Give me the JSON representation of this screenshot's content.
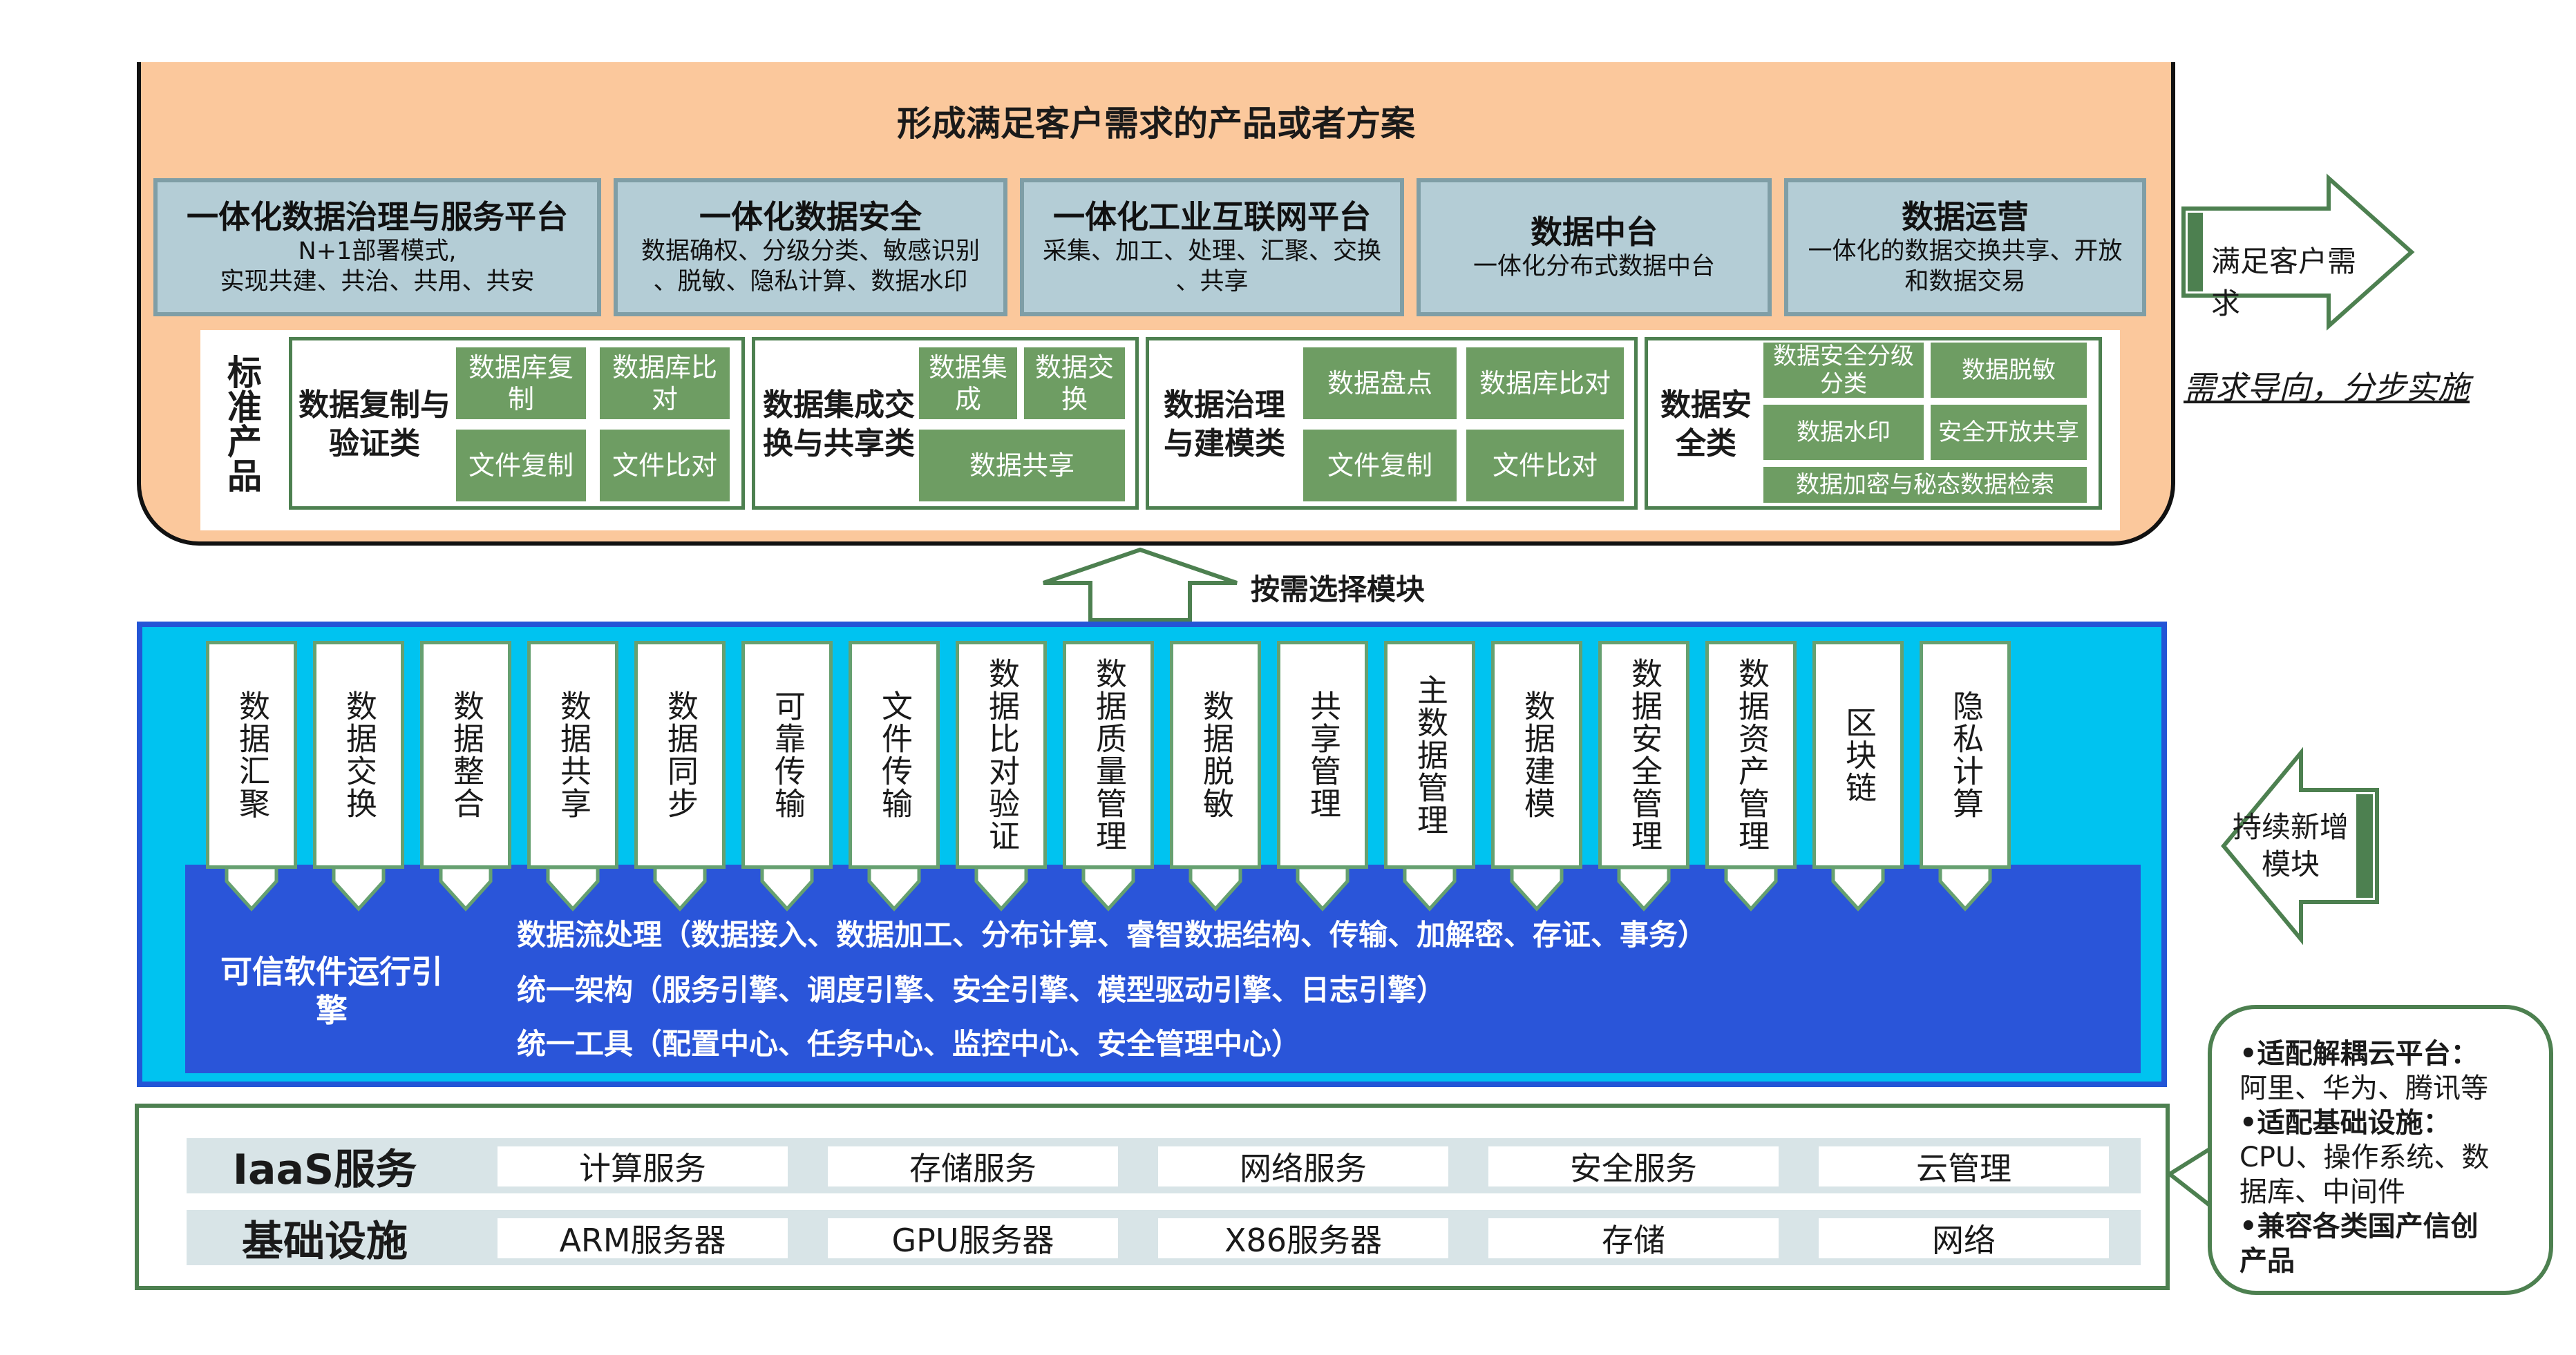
{
  "top": {
    "title": "形成满足客户需求的产品或者方案",
    "solutions": [
      {
        "title": "一体化数据治理与服务平台",
        "desc1": "N+1部署模式,",
        "desc2": "实现共建、共治、共用、共安"
      },
      {
        "title": "一体化数据安全",
        "desc1": "数据确权、分级分类、敏感识别",
        "desc2": "、脱敏、隐私计算、数据水印"
      },
      {
        "title": "一体化工业互联网平台",
        "desc1": "采集、加工、处理、汇聚、交换",
        "desc2": "、共享"
      },
      {
        "title": "数据中台",
        "desc1": "一体化分布式数据中台",
        "desc2": ""
      },
      {
        "title": "数据运营",
        "desc1": "一体化的数据交换共享、开放",
        "desc2": "和数据交易"
      }
    ],
    "standard_label": "标准产品",
    "groups": [
      {
        "title": "数据复制与验证类",
        "items": [
          "数据库复制",
          "数据库比对",
          "文件复制",
          "文件比对"
        ]
      },
      {
        "title": "数据集成交换与共享类",
        "items": [
          "数据集成",
          "数据交换",
          "数据共享"
        ]
      },
      {
        "title": "数据治理与建模类",
        "items": [
          "数据盘点",
          "数据库比对",
          "文件复制",
          "文件比对"
        ]
      },
      {
        "title": "数据安全类",
        "items": [
          "数据安全分级分类",
          "数据脱敏",
          "数据水印",
          "安全开放共享",
          "数据加密与秘态数据检索"
        ]
      }
    ]
  },
  "arrows": {
    "up_label": "按需选择模块",
    "right_label": "满足客户需求",
    "right_caption": "需求导向，分步实施",
    "left_label": "持续新增模块"
  },
  "middle": {
    "modules": [
      "数据汇聚",
      "数据交换",
      "数据整合",
      "数据共享",
      "数据同步",
      "可靠传输",
      "文件传输",
      "数据比对验证",
      "数据质量管理",
      "数据脱敏",
      "共享管理",
      "主数据管理",
      "数据建模",
      "数据安全管理",
      "数据资产管理",
      "区块链",
      "隐私计算"
    ],
    "engine_title": "可信软件运行引擎",
    "engine_lines": [
      "数据流处理（数据接入、数据加工、分布计算、睿智数据结构、传输、加解密、存证、事务）",
      "统一架构（服务引擎、调度引擎、安全引擎、模型驱动引擎、日志引擎）",
      "统一工具（配置中心、任务中心、监控中心、安全管理中心）"
    ]
  },
  "bottom": {
    "rows": [
      {
        "label": "IaaS服务",
        "cells": [
          "计算服务",
          "存储服务",
          "网络服务",
          "安全服务",
          "云管理"
        ]
      },
      {
        "label": "基础设施",
        "cells": [
          "ARM服务器",
          "GPU服务器",
          "X86服务器",
          "存储",
          "网络"
        ]
      }
    ]
  },
  "note": {
    "lines": [
      {
        "text": "•适配解耦云平台：",
        "bold": true
      },
      {
        "text": "阿里、华为、腾讯等",
        "bold": false
      },
      {
        "text": "•适配基础设施：",
        "bold": true
      },
      {
        "text": "CPU、操作系统、数",
        "bold": false
      },
      {
        "text": "据库、中间件",
        "bold": false
      },
      {
        "text": "•兼容各类国产信创",
        "bold": true
      },
      {
        "text": "产品",
        "bold": true
      }
    ]
  },
  "colors": {
    "orange": "#fbc89c",
    "steel": "#b4cdd6",
    "green": "#6e9d63",
    "cyan": "#00c3f0",
    "blue": "#2a55d9"
  }
}
